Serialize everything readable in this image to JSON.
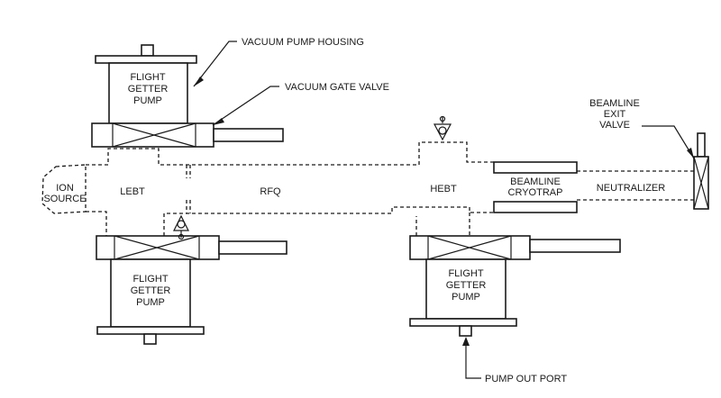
{
  "labels": {
    "vacuum_pump_housing": "VACUUM PUMP HOUSING",
    "vacuum_gate_valve": "VACUUM GATE VALVE",
    "beamline_exit_valve": [
      "BEAMLINE",
      "EXIT",
      "VALVE"
    ],
    "pump_out_port": "PUMP OUT PORT",
    "ion_source": [
      "ION",
      "SOURCE"
    ],
    "lebt": "LEBT",
    "rfq": "RFQ",
    "hebt": "HEBT",
    "beamline_cryotrap": [
      "BEAMLINE",
      "CRYOTRAP"
    ],
    "neutralizer": "NEUTRALIZER",
    "pump_top": [
      "FLIGHT",
      "GETTER",
      "PUMP"
    ],
    "pump_bottom_left": [
      "FLIGHT",
      "GETTER",
      "PUMP"
    ],
    "pump_bottom_right": [
      "FLIGHT",
      "GETTER",
      "PUMP"
    ]
  },
  "colors": {
    "ink": "#1a1a1a",
    "background": "#ffffff"
  }
}
